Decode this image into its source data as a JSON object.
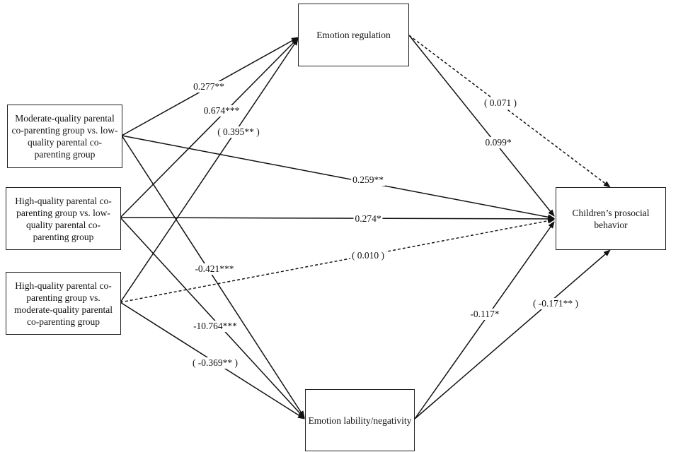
{
  "nodes": {
    "mod_vs_low": "Moderate-quality parental co-parenting group vs. low-quality parental co-parenting group",
    "high_vs_low": "High-quality parental co-parenting group vs. low-quality parental co-parenting group",
    "high_vs_mod": "High-quality parental co-parenting group vs. moderate-quality parental co-parenting group",
    "emotion_regulation": "Emotion regulation",
    "emotion_lability": "Emotion lability/negativity",
    "prosocial": "Children’s prosocial behavior"
  },
  "edges": [
    {
      "from": "mod_vs_low",
      "to": "emotion_regulation",
      "label": "0.277**",
      "style": "solid"
    },
    {
      "from": "high_vs_low",
      "to": "emotion_regulation",
      "label": "0.674***",
      "style": "solid"
    },
    {
      "from": "high_vs_mod",
      "to": "emotion_regulation",
      "label": "( 0.395** )",
      "style": "solid"
    },
    {
      "from": "mod_vs_low",
      "to": "prosocial",
      "label": "0.259**",
      "style": "solid"
    },
    {
      "from": "high_vs_low",
      "to": "prosocial",
      "label": "0.274*",
      "style": "solid"
    },
    {
      "from": "high_vs_mod",
      "to": "prosocial",
      "label": "( 0.010 )",
      "style": "dashed"
    },
    {
      "from": "mod_vs_low",
      "to": "emotion_lability",
      "label": "-0.421***",
      "style": "solid"
    },
    {
      "from": "high_vs_low",
      "to": "emotion_lability",
      "label": "-10.764***",
      "style": "solid"
    },
    {
      "from": "high_vs_mod",
      "to": "emotion_lability",
      "label": "( -0.369** )",
      "style": "solid"
    },
    {
      "from": "emotion_regulation",
      "to": "prosocial",
      "label": "( 0.071 )",
      "style": "dashed"
    },
    {
      "from": "emotion_regulation",
      "to": "prosocial",
      "label": "0.099*",
      "style": "solid"
    },
    {
      "from": "emotion_lability",
      "to": "prosocial",
      "label": "-0.117*",
      "style": "solid"
    },
    {
      "from": "emotion_lability",
      "to": "prosocial",
      "label": "( -0.171** )",
      "style": "solid"
    }
  ]
}
